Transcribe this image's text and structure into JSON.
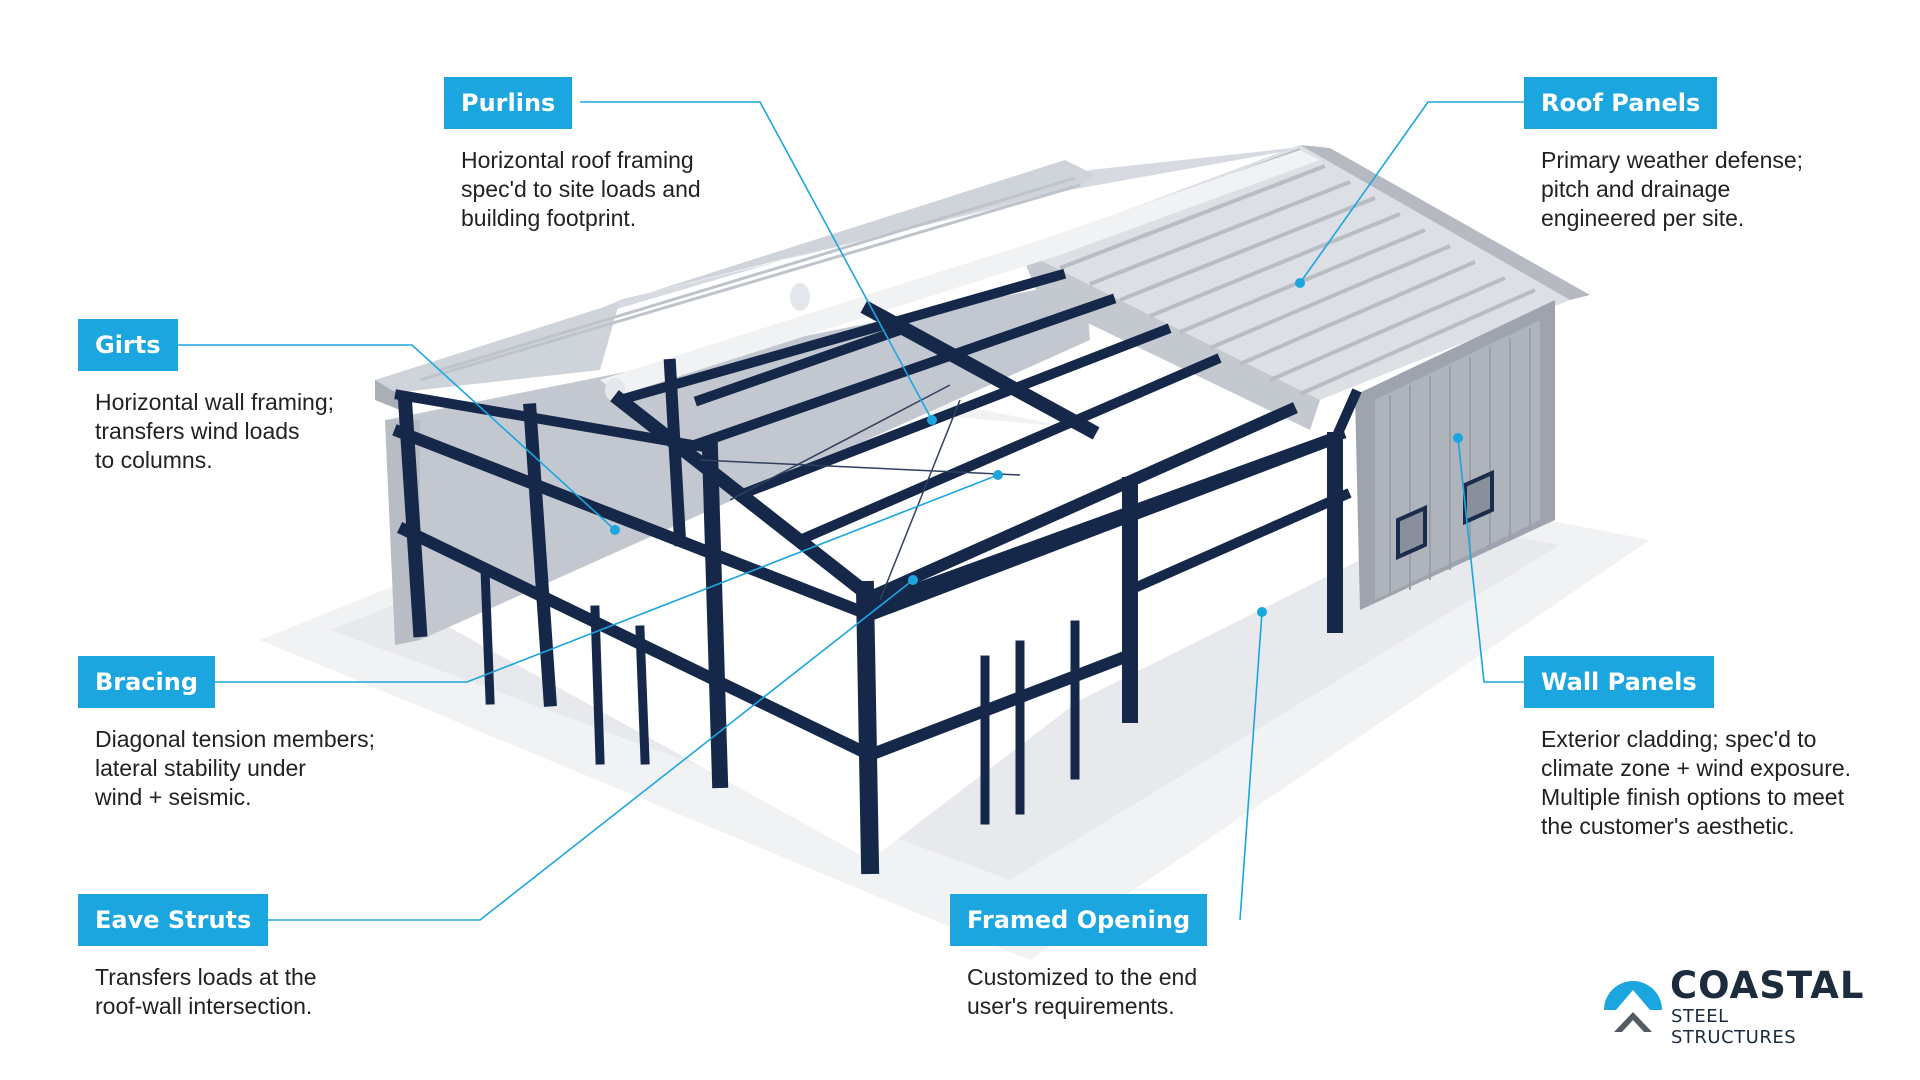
{
  "callouts": [
    {
      "id": "purlins",
      "title": "Purlins",
      "lines": [
        "Horizontal roof framing",
        "spec'd to site loads and",
        "building footprint."
      ]
    },
    {
      "id": "roof-panels",
      "title": "Roof Panels",
      "lines": [
        "Primary weather defense;",
        "pitch and drainage",
        "engineered per site."
      ]
    },
    {
      "id": "girts",
      "title": "Girts",
      "lines": [
        "Horizontal wall framing;",
        "transfers wind loads",
        "to columns."
      ]
    },
    {
      "id": "bracing",
      "title": "Bracing",
      "lines": [
        "Diagonal tension members;",
        "lateral stability under",
        "wind + seismic."
      ]
    },
    {
      "id": "wall-panels",
      "title": "Wall Panels",
      "lines": [
        "Exterior cladding; spec'd to",
        "climate zone + wind exposure.",
        "Multiple finish options to meet",
        "the customer's aesthetic."
      ]
    },
    {
      "id": "eave-struts",
      "title": "Eave Struts",
      "lines": [
        "Transfers loads at the",
        "roof-wall intersection."
      ]
    },
    {
      "id": "framed-opening",
      "title": "Framed Opening",
      "lines": [
        "Customized to the end",
        "user's requirements."
      ]
    }
  ],
  "brand": {
    "name": "COASTAL",
    "sub": "STEEL STRUCTURES"
  },
  "colors": {
    "accent": "#1ba6df",
    "steel": "#16284a",
    "panel": "#c9ced6",
    "text": "#222222"
  }
}
